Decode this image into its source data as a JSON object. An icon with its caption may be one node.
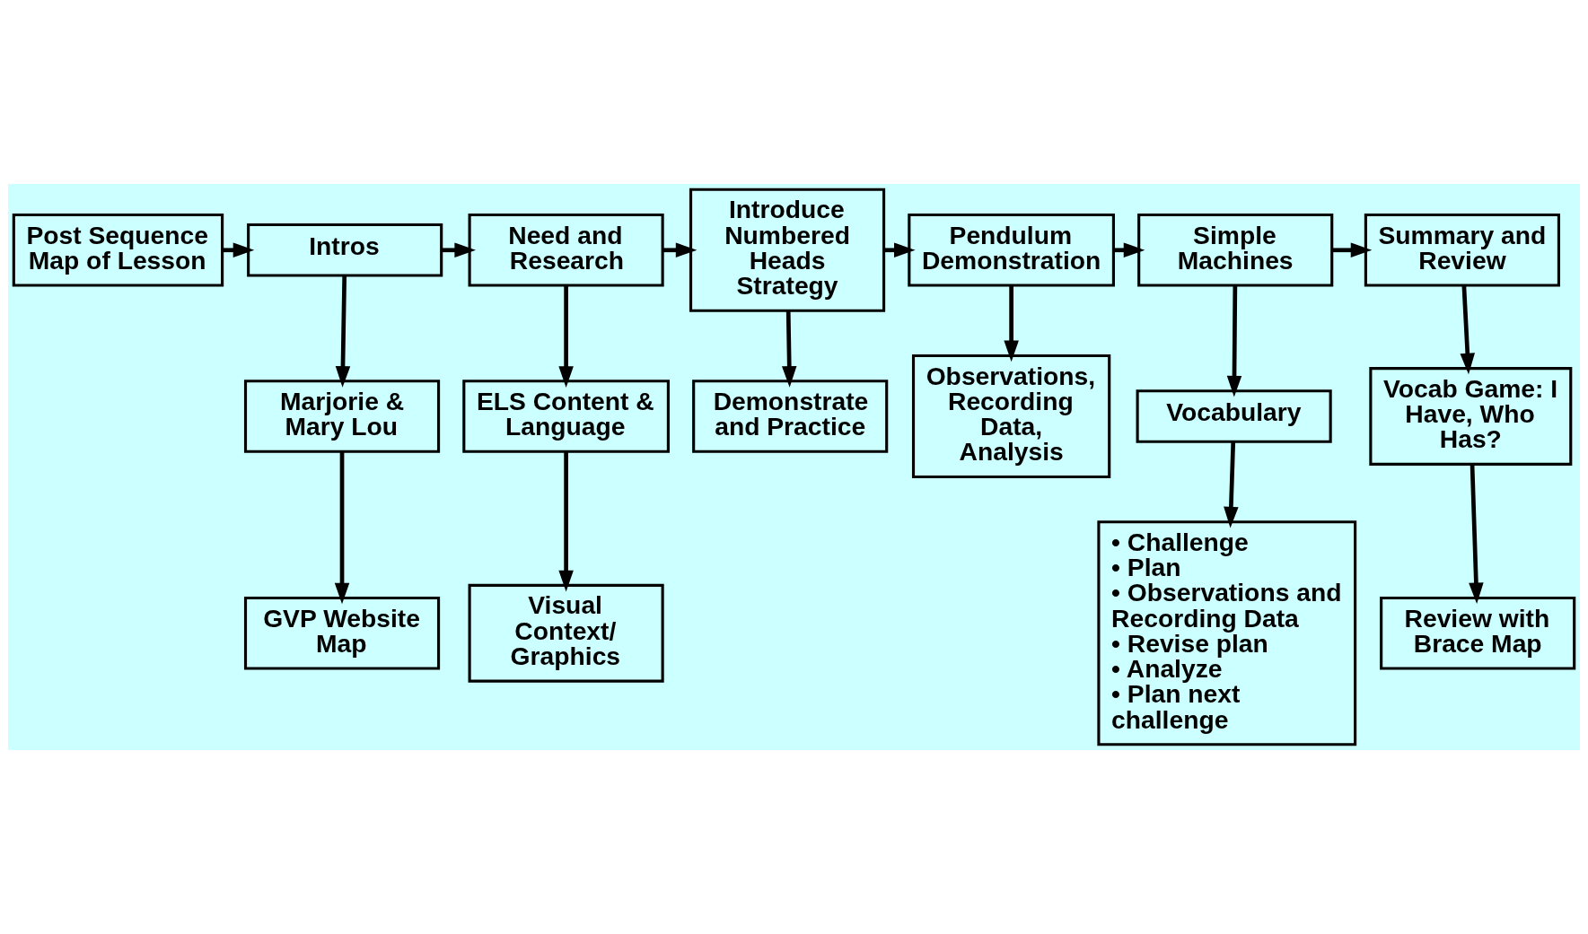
{
  "diagram": {
    "nodes": [
      {
        "text": [
          "Post Sequence Map of Lesson"
        ]
      },
      {
        "text": [
          "Intros"
        ]
      },
      {
        "text": [
          "Need and Research"
        ]
      },
      {
        "text": [
          "Introduce Numbered Heads Strategy"
        ]
      },
      {
        "text": [
          "Pendulum Demonstration"
        ]
      },
      {
        "text": [
          "Simple Machines"
        ]
      },
      {
        "text": [
          "Summary and Review"
        ]
      },
      {
        "text": [
          "Marjorie & Mary Lou"
        ]
      },
      {
        "text": [
          "ELS Content & Language"
        ]
      },
      {
        "text": [
          "Demonstrate and Practice"
        ]
      },
      {
        "text": [
          "Observations, Recording Data, Analysis"
        ]
      },
      {
        "text": [
          "Vocabulary"
        ]
      },
      {
        "text": [
          "Vocab Game: I Have, Who Has?"
        ]
      },
      {
        "text": [
          "GVP Website Map"
        ]
      },
      {
        "text": [
          "Visual Context/ Graphics"
        ]
      },
      {
        "text": [
          "• Challenge",
          "• Plan",
          "• Observations and Recording Data",
          "• Revise plan",
          "• Analyze",
          "• Plan next challenge"
        ]
      },
      {
        "text": [
          "Review with Brace Map"
        ]
      }
    ],
    "edges": [
      {
        "from": 0,
        "to": 1,
        "arrow": "to"
      },
      {
        "from": 1,
        "to": 2,
        "arrow": "to"
      },
      {
        "from": 2,
        "to": 3,
        "arrow": "to"
      },
      {
        "from": 3,
        "to": 4,
        "arrow": "to"
      },
      {
        "from": 4,
        "to": 5,
        "arrow": "to"
      },
      {
        "from": 5,
        "to": 6,
        "arrow": "to"
      },
      {
        "from": 1,
        "to": 7,
        "arrow": "to"
      },
      {
        "from": 2,
        "to": 8,
        "arrow": "to"
      },
      {
        "from": 3,
        "to": 9,
        "arrow": "to"
      },
      {
        "from": 4,
        "to": 10,
        "arrow": "to"
      },
      {
        "from": 5,
        "to": 11,
        "arrow": "to"
      },
      {
        "from": 6,
        "to": 12,
        "arrow": "to"
      },
      {
        "from": 7,
        "to": 13,
        "arrow": "to"
      },
      {
        "from": 8,
        "to": 14,
        "arrow": "to"
      },
      {
        "from": 11,
        "to": 15,
        "arrow": "to"
      },
      {
        "from": 12,
        "to": 16,
        "arrow": "to"
      }
    ]
  }
}
